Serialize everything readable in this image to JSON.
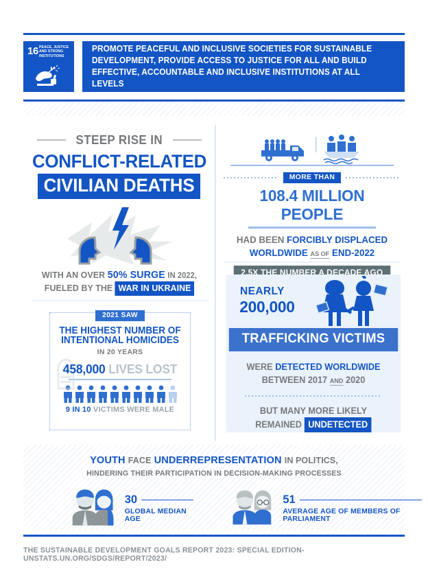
{
  "header": {
    "goal_number": "16",
    "goal_name": "PEACE, JUSTICE AND STRONG INSTITUTIONS",
    "statement": "PROMOTE PEACEFUL AND INCLUSIVE SOCIETIES FOR SUSTAINABLE DEVELOPMENT, PROVIDE ACCESS TO JUSTICE FOR ALL AND BUILD EFFECTIVE, ACCOUNTABLE AND INCLUSIVE INSTITUTIONS AT ALL LEVELS"
  },
  "conflict": {
    "kicker": "STEEP RISE IN",
    "headline_1": "CONFLICT-RELATED",
    "headline_2": "CIVILIAN DEATHS",
    "note_prefix": "WITH AN OVER",
    "note_highlight": "50% SURGE",
    "note_middle": "IN 2022,",
    "note_line2_prefix": "FUELED BY THE",
    "note_chip": "WAR IN UKRAINE"
  },
  "homicides": {
    "tag": "2021 SAW",
    "title_line1": "THE HIGHEST NUMBER OF",
    "title_line2": "INTENTIONAL HOMICIDES",
    "subtitle": "IN 20 YEARS",
    "value": "458,000",
    "value_label": "LIVES LOST",
    "footer_highlight": "9 IN 10",
    "footer_rest": "VICTIMS WERE MALE",
    "icon_total": 10,
    "icon_filled": 9
  },
  "displaced": {
    "badge": "MORE THAN",
    "value": "108.4 MILLION PEOPLE",
    "line1_gray": "HAD BEEN",
    "line1_blue": "FORCIBLY DISPLACED",
    "line2_blue": "WORLDWIDE",
    "line2_small": "AS OF",
    "line2_blue_2": "END-2022",
    "comparison_badge": "2.5X THE NUMBER A DECADE AGO"
  },
  "trafficking": {
    "nearly": "NEARLY",
    "value": "200,000",
    "bar_label": "TRAFFICKING VICTIMS",
    "body_gray_1": "WERE",
    "body_blue_1": "DETECTED WORLDWIDE",
    "body_line2_a": "BETWEEN 2017",
    "body_line2_small": "AND",
    "body_line2_b": "2020",
    "body_line3": "BUT MANY MORE LIKELY",
    "body_line4_prefix": "REMAINED",
    "body_line4_chip": "UNDETECTED"
  },
  "youth": {
    "head_1": "YOUTH",
    "head_face": "FACE",
    "head_2": "UNDERREPRESENTATION",
    "head_in": "IN POLITICS,",
    "subtitle": "HINDERING THEIR PARTICIPATION IN DECISION-MAKING PROCESSES",
    "stats": [
      {
        "number": "30",
        "label": "GLOBAL MEDIAN AGE"
      },
      {
        "number": "51",
        "label": "AVERAGE AGE OF MEMBERS OF PARLIAMENT"
      }
    ]
  },
  "footer": {
    "source": "THE SUSTAINABLE DEVELOPMENT GOALS REPORT 2023: SPECIAL EDITION- UNSTATS.UN.ORG/SDGS/REPORT/2023/"
  },
  "colors": {
    "brand_blue": "#1355c4",
    "mid_blue": "#2f6fd0",
    "light_blue": "#9dbceb",
    "panel_tint": "#eaf2fb",
    "gray_text": "#76797b",
    "gray_badge": "#5d7076"
  }
}
